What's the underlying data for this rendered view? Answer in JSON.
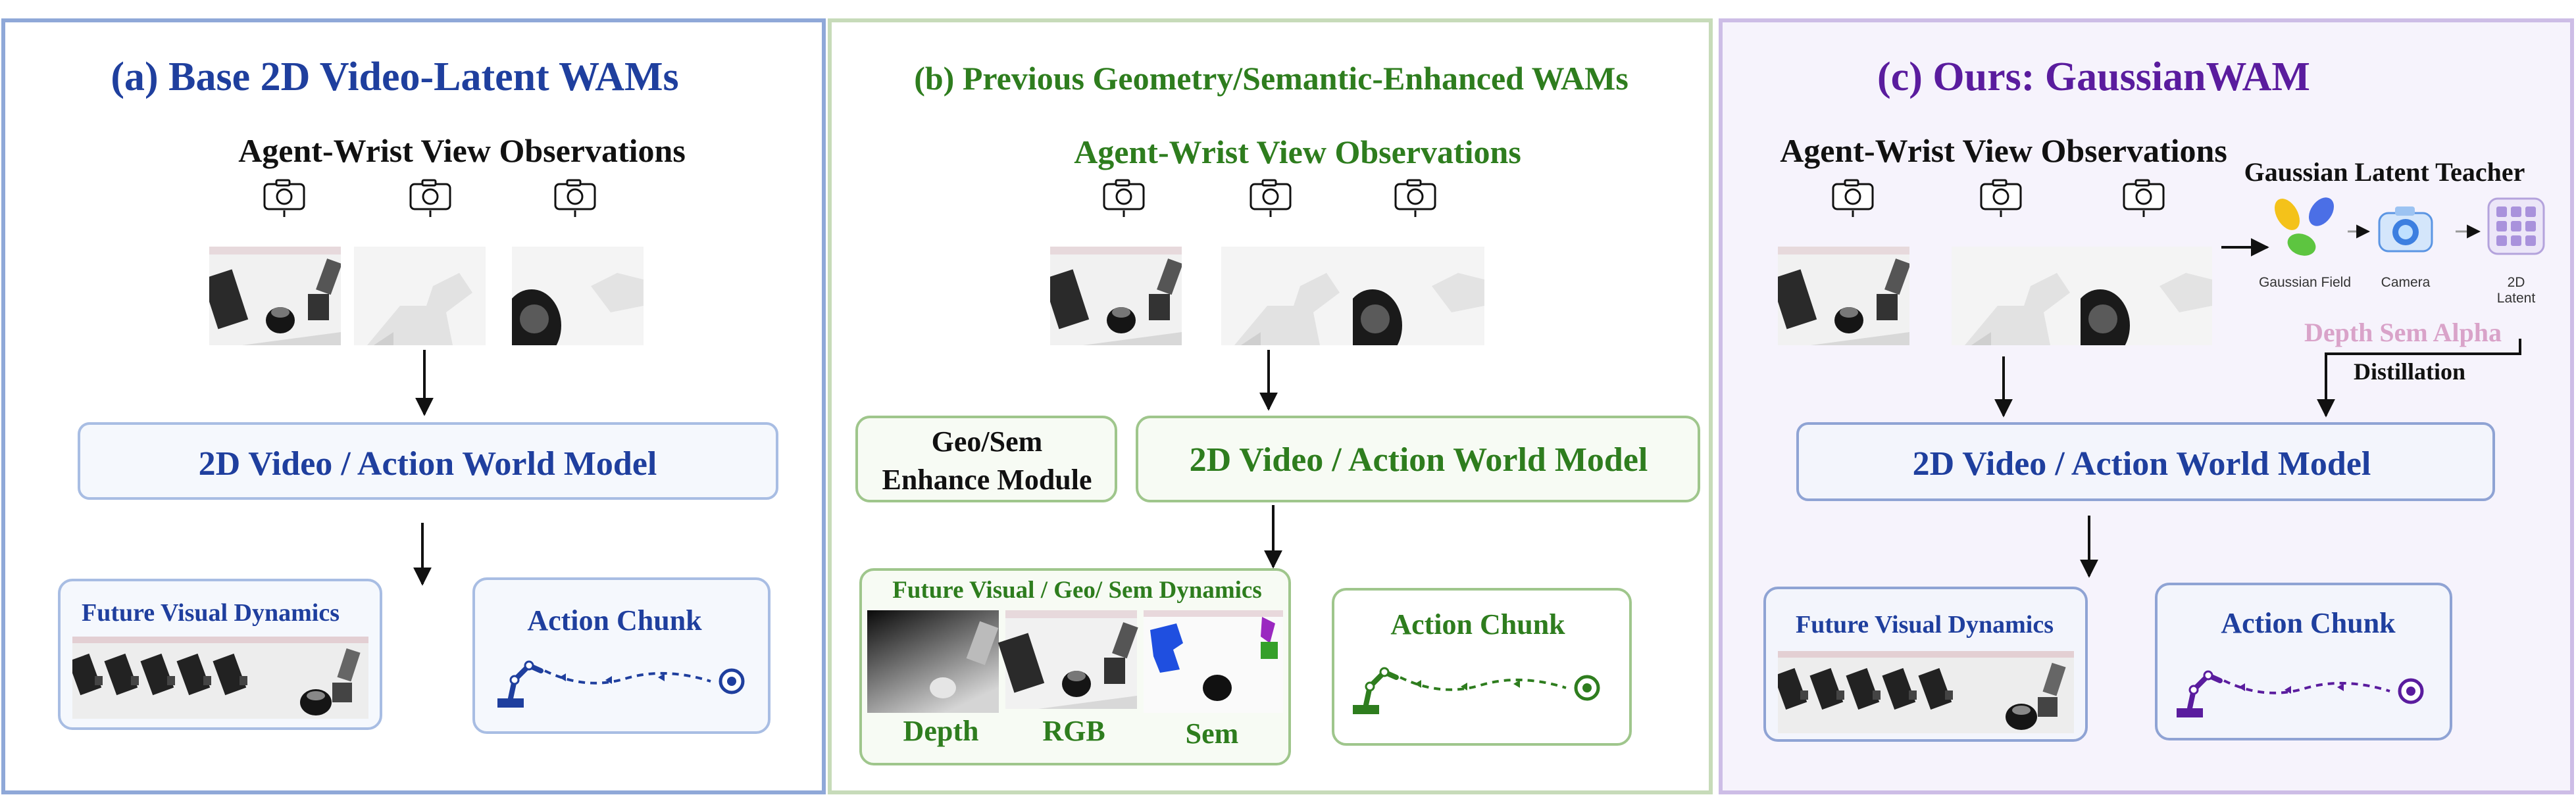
{
  "colors": {
    "blue_dark": "#1f3f9e",
    "blue_panel_border": "#8fa8d8",
    "green_dark": "#2e7d1e",
    "green_panel_border": "#c7dbb9",
    "purple_dark": "#5a1c9e",
    "purple_panel_border": "#cdbde6",
    "purple_bg": "#f6f3fc",
    "pink": "#d9a3c9",
    "black": "#111111"
  },
  "panel_a": {
    "title": "(a) Base 2D Video-Latent WAMs",
    "observations": "Agent-Wrist View Observations",
    "model": "2D Video / Action World Model",
    "future": "Future Visual Dynamics",
    "action": "Action Chunk"
  },
  "panel_b": {
    "title": "(b)  Previous Geometry/Semantic-Enhanced WAMs",
    "observations": "Agent-Wrist View Observations",
    "enhance_line1": "Geo/Sem",
    "enhance_line2": "Enhance Module",
    "model": "2D Video / Action World Model",
    "future": "Future Visual / Geo/ Sem Dynamics",
    "depth": "Depth",
    "rgb": "RGB",
    "sem": "Sem",
    "action": "Action Chunk"
  },
  "panel_c": {
    "title": "(c) Ours: GaussianWAM",
    "observations": "Agent-Wrist View Observations",
    "teacher": "Gaussian Latent Teacher",
    "gaussian_field": "Gaussian Field",
    "camera": "Camera",
    "latent": "2D Latent",
    "depth_sem_alpha": "Depth Sem Alpha",
    "distillation": "Distillation",
    "model": "2D Video / Action World Model",
    "future": "Future Visual Dynamics",
    "action": "Action Chunk"
  },
  "icons": [
    "camera-icon",
    "robot-arm-icon",
    "target-icon",
    "gaussian-field-icon",
    "latent-grid-icon"
  ]
}
